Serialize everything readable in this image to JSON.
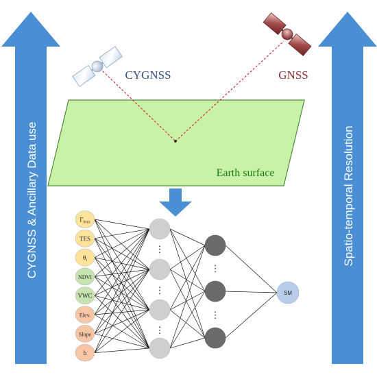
{
  "left_arrow": {
    "label": "CYGNSS & Ancillary Data use",
    "color": "#4a8fd4"
  },
  "right_arrow": {
    "label": "Spatio-temporal Resolution",
    "color": "#4a8fd4"
  },
  "satellites": {
    "cygnss": {
      "label": "CYGNSS",
      "label_color": "#2f4f86"
    },
    "gnss": {
      "label": "GNSS",
      "label_color": "#8b2e2e"
    }
  },
  "surface": {
    "label": "Earth surface",
    "fill": "#c9f2a8",
    "label_color": "#1a7a1a"
  },
  "network": {
    "inputs": [
      {
        "label": "Γ",
        "sub": "brcs",
        "fill": "#fde49a"
      },
      {
        "label": "TES",
        "sub": "",
        "fill": "#fde49a"
      },
      {
        "label": "θ",
        "sub": "i",
        "fill": "#fde49a"
      },
      {
        "label": "NDVI",
        "sub": "",
        "fill": "#c6e3b0"
      },
      {
        "label": "VWC",
        "sub": "",
        "fill": "#c6e3b0"
      },
      {
        "label": "Elev.",
        "sub": "",
        "fill": "#f7c6a5"
      },
      {
        "label": "Slope",
        "sub": "",
        "fill": "#f7c6a5"
      },
      {
        "label": "h",
        "sub": "",
        "fill": "#f7c6a5"
      }
    ],
    "hidden1_fill": "#cfcfcf",
    "hidden2_fill": "#6b6b6b",
    "output": {
      "label": "SM",
      "fill": "#b9cdea"
    },
    "ellipsis": "⋮"
  },
  "colors": {
    "signal_path": "#d22222",
    "down_arrow": "#4a8fd4"
  }
}
